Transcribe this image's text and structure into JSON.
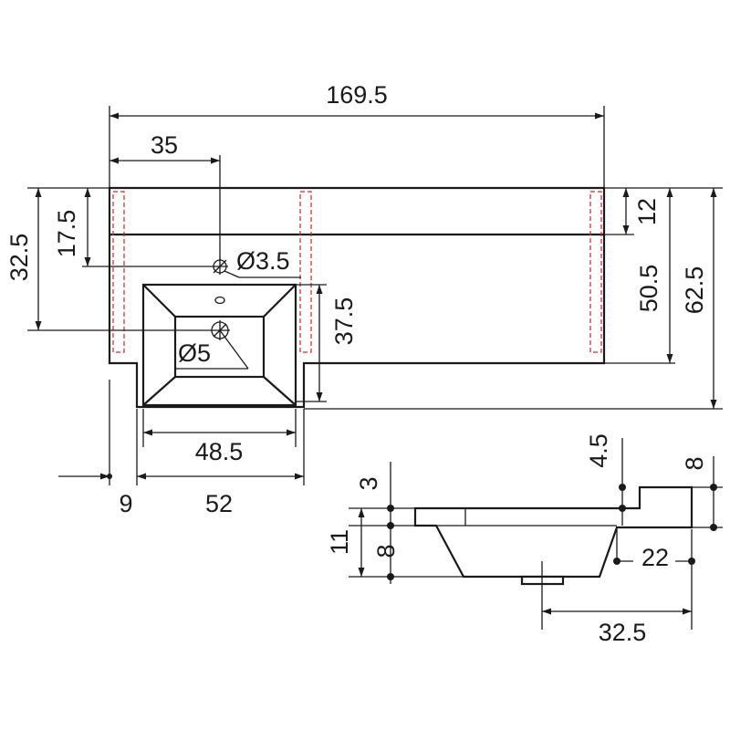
{
  "top_view": {
    "overall_width": "169.5",
    "tap_offset": "35",
    "tap_to_back": "17.5",
    "drain_to_back": "32.5",
    "shelf_depth": "12",
    "body_depth": "50.5",
    "total_depth": "62.5",
    "tap_hole": "Ø3.5",
    "drain_hole": "Ø5",
    "bowl_depth": "37.5",
    "bowl_inner_width": "48.5",
    "left_margin": "9",
    "bowl_outer_width": "52"
  },
  "side_view": {
    "top_thickness": "3",
    "total_height": "11",
    "bowl_height": "8",
    "step_offset": "4.5",
    "step_height": "8",
    "drain_offset": "22",
    "right_length": "32.5"
  },
  "colors": {
    "line": "#1a1a1a",
    "hidden_line": "#e02020"
  }
}
